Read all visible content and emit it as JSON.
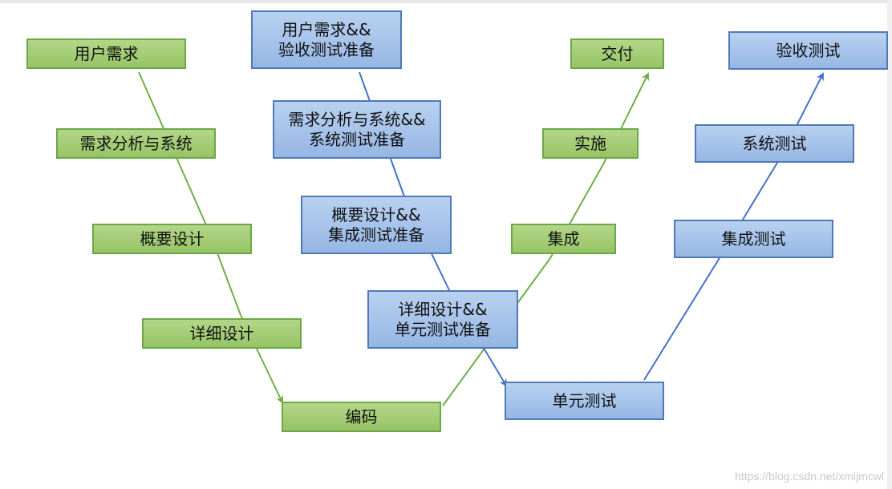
{
  "left_branch": {
    "user_req": "用户需求",
    "req_analysis": "需求分析与系统",
    "outline_design": "概要设计",
    "detail_design": "详细设计",
    "coding": "编码"
  },
  "right_branch": {
    "integration": "集成",
    "implementation": "实施",
    "delivery": "交付"
  },
  "test_prep": {
    "acceptance_prep": "用户需求&&\n验收测试准备",
    "system_prep": "需求分析与系统&&\n系统测试准备",
    "integration_prep": "概要设计&&\n集成测试准备",
    "unit_prep": "详细设计&&\n单元测试准备"
  },
  "tests": {
    "unit_test": "单元测试",
    "integration_test": "集成测试",
    "system_test": "系统测试",
    "acceptance_test": "验收测试"
  },
  "colors": {
    "green_fill": "#a5ce77",
    "green_border": "#6aa846",
    "blue_fill": "#a6c3ea",
    "blue_border": "#5079b8",
    "green_line": "#70ad47",
    "blue_line": "#4472c4"
  },
  "watermark": "https://blog.csdn.net/xmljmcwl"
}
